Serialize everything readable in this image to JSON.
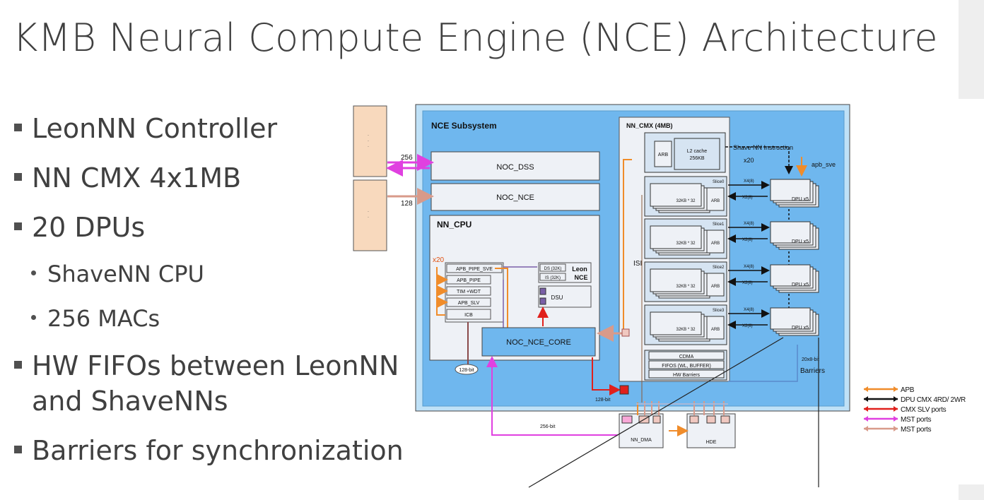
{
  "title": "KMB Neural Compute Engine (NCE) Architecture",
  "bullets": {
    "b1": "LeonNN Controller",
    "b2": "NN CMX 4x1MB",
    "b3": "20 DPUs",
    "s1": "ShaveNN CPU",
    "s2": "256 MACs",
    "b4_line1": "HW FIFOs between LeonNN",
    "b4_line2": "and ShaveNNs",
    "b5": "Barriers for synchronization"
  },
  "diagram": {
    "nce_subsystem": "NCE Subsystem",
    "noc_dss": "NOC_DSS",
    "noc_nce": "NOC_NCE",
    "nn_cpu": "NN_CPU",
    "bus_256": "256",
    "bus_128": "128",
    "x20_cpu": "x20",
    "apb_pipe_sve": "APB_PIPE_SVE",
    "apb_pipe": "APB_PIPE",
    "tim_wdt": "TIM +WDT",
    "apb_slv": "APB_SLV",
    "icb": "ICB",
    "ds_32k": "DS (32K)",
    "is_32k": "IS (32K)",
    "leon": "Leon",
    "nce": "NCE",
    "dsu": "DSU",
    "noc_nce_core": "NOC_NCE_CORE",
    "bit128_cloud": "128-bit",
    "nn_cmx": "NN_CMX (4MB)",
    "arb": "ARB",
    "l2_cache": "L2 cache",
    "l2_size": "256KB",
    "shave_nn_instr": "Shave NN Instruction",
    "x20_shave": "x20",
    "apb_sve": "apb_sve",
    "slices": [
      "Slice0",
      "Slice1",
      "Slice2",
      "Slice3"
    ],
    "slice_mem": "32KB * 32",
    "x4": "X4(8)",
    "x2": "X2(8)",
    "dpu": "DPU x5",
    "isi": "ISI",
    "cdma": "CDMA",
    "fifos": "FIFOS (WL, BUFFER)",
    "hw_barriers": "HW Barriers",
    "barriers_bits": "20x8-bit",
    "barriers": "Barriers",
    "bit128": "128-bit",
    "bit256": "256-bit",
    "nn_dma": "NN_DMA",
    "hde": "HDE"
  },
  "legend": [
    {
      "label": "APB",
      "color": "#f08c2a"
    },
    {
      "label": "DPU CMX 4RD/ 2WR",
      "color": "#111111"
    },
    {
      "label": "CMX SLV ports",
      "color": "#e0201c"
    },
    {
      "label": "MST ports",
      "color": "#e040e0"
    },
    {
      "label": "MST ports",
      "color": "#d89a8a"
    }
  ]
}
